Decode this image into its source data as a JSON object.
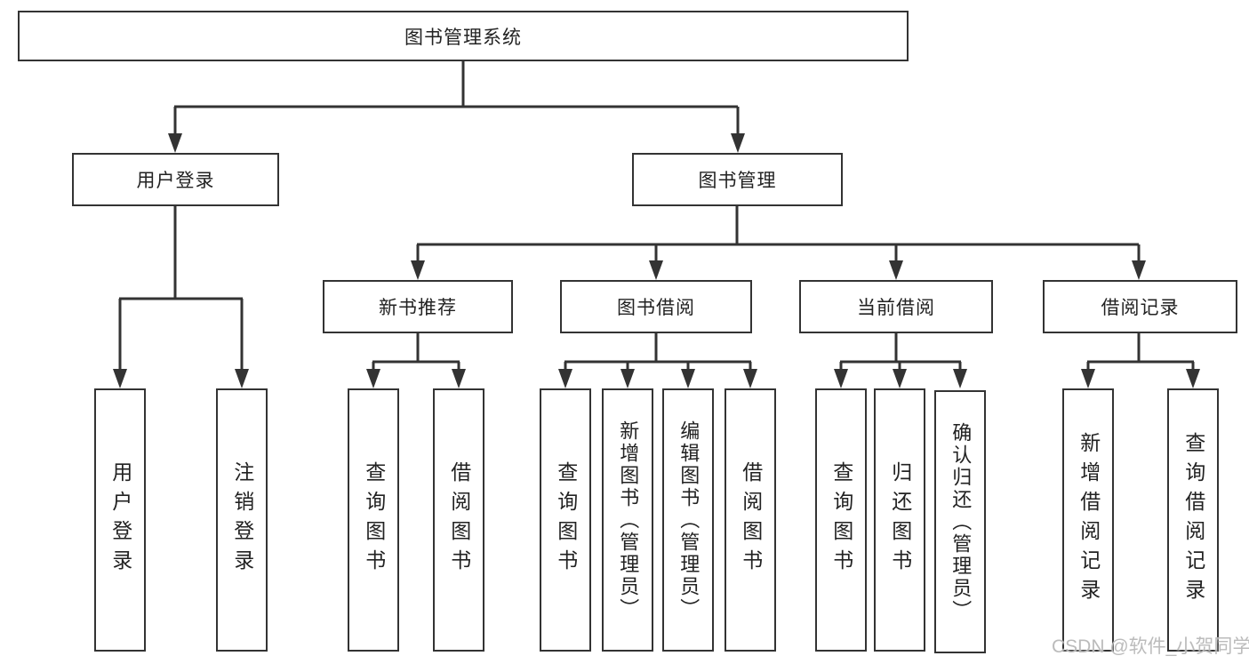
{
  "diagram": {
    "root": "图书管理系统",
    "branches": [
      {
        "label": "用户登录",
        "children": [
          "用户登录",
          "注销登录"
        ]
      },
      {
        "label": "图书管理",
        "modules": [
          {
            "label": "新书推荐",
            "children": [
              "查询图书",
              "借阅图书"
            ]
          },
          {
            "label": "图书借阅",
            "children": [
              "查询图书",
              "新增图书（管理员）",
              "编辑图书（管理员）",
              "借阅图书"
            ]
          },
          {
            "label": "当前借阅",
            "children": [
              "查询图书",
              "归还图书",
              "确认归还（管理员）"
            ]
          },
          {
            "label": "借阅记录",
            "children": [
              "新增借阅记录",
              "查询借阅记录"
            ]
          }
        ]
      }
    ]
  },
  "watermark": "CSDN @软件_小贺同学",
  "colors": {
    "line": "#333333",
    "box_border": "#333333",
    "box_fill": "#ffffff",
    "text": "#222222",
    "watermark": "#b7b7b7"
  }
}
